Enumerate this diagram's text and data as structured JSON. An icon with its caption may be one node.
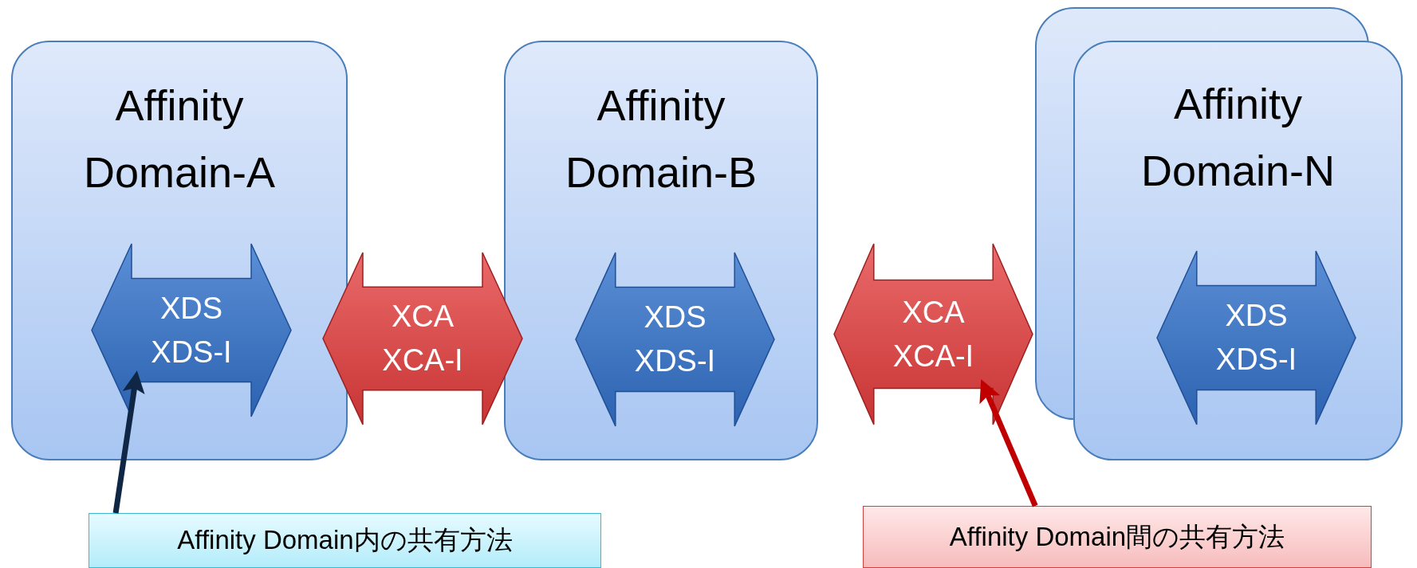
{
  "diagram": {
    "nodes": [
      {
        "text": [
          "Affinity Domain-A"
        ]
      },
      {
        "text": [
          "XDS XDS-I"
        ],
        "in": 0
      },
      {
        "text": [
          "XCA XCA-I"
        ]
      },
      {
        "text": [
          "Affinity Domain-B"
        ]
      },
      {
        "text": [
          "XDS XDS-I"
        ],
        "in": 3
      },
      {
        "text": [
          "XCA XCA-I"
        ]
      },
      {
        "text": [
          "Affinity Domain-N"
        ]
      },
      {
        "text": [
          "XDS XDS-I"
        ],
        "in": 6
      },
      {
        "text": [
          "Affinity Domain内の共有方法"
        ]
      },
      {
        "text": [
          "Affinity Domain間の共有方法"
        ]
      }
    ],
    "edges": [
      {
        "from": 8,
        "to": 1,
        "arrow": "to",
        "color": "#0f2744"
      },
      {
        "from": 9,
        "to": 5,
        "arrow": "to",
        "color": "#c00000"
      }
    ]
  }
}
